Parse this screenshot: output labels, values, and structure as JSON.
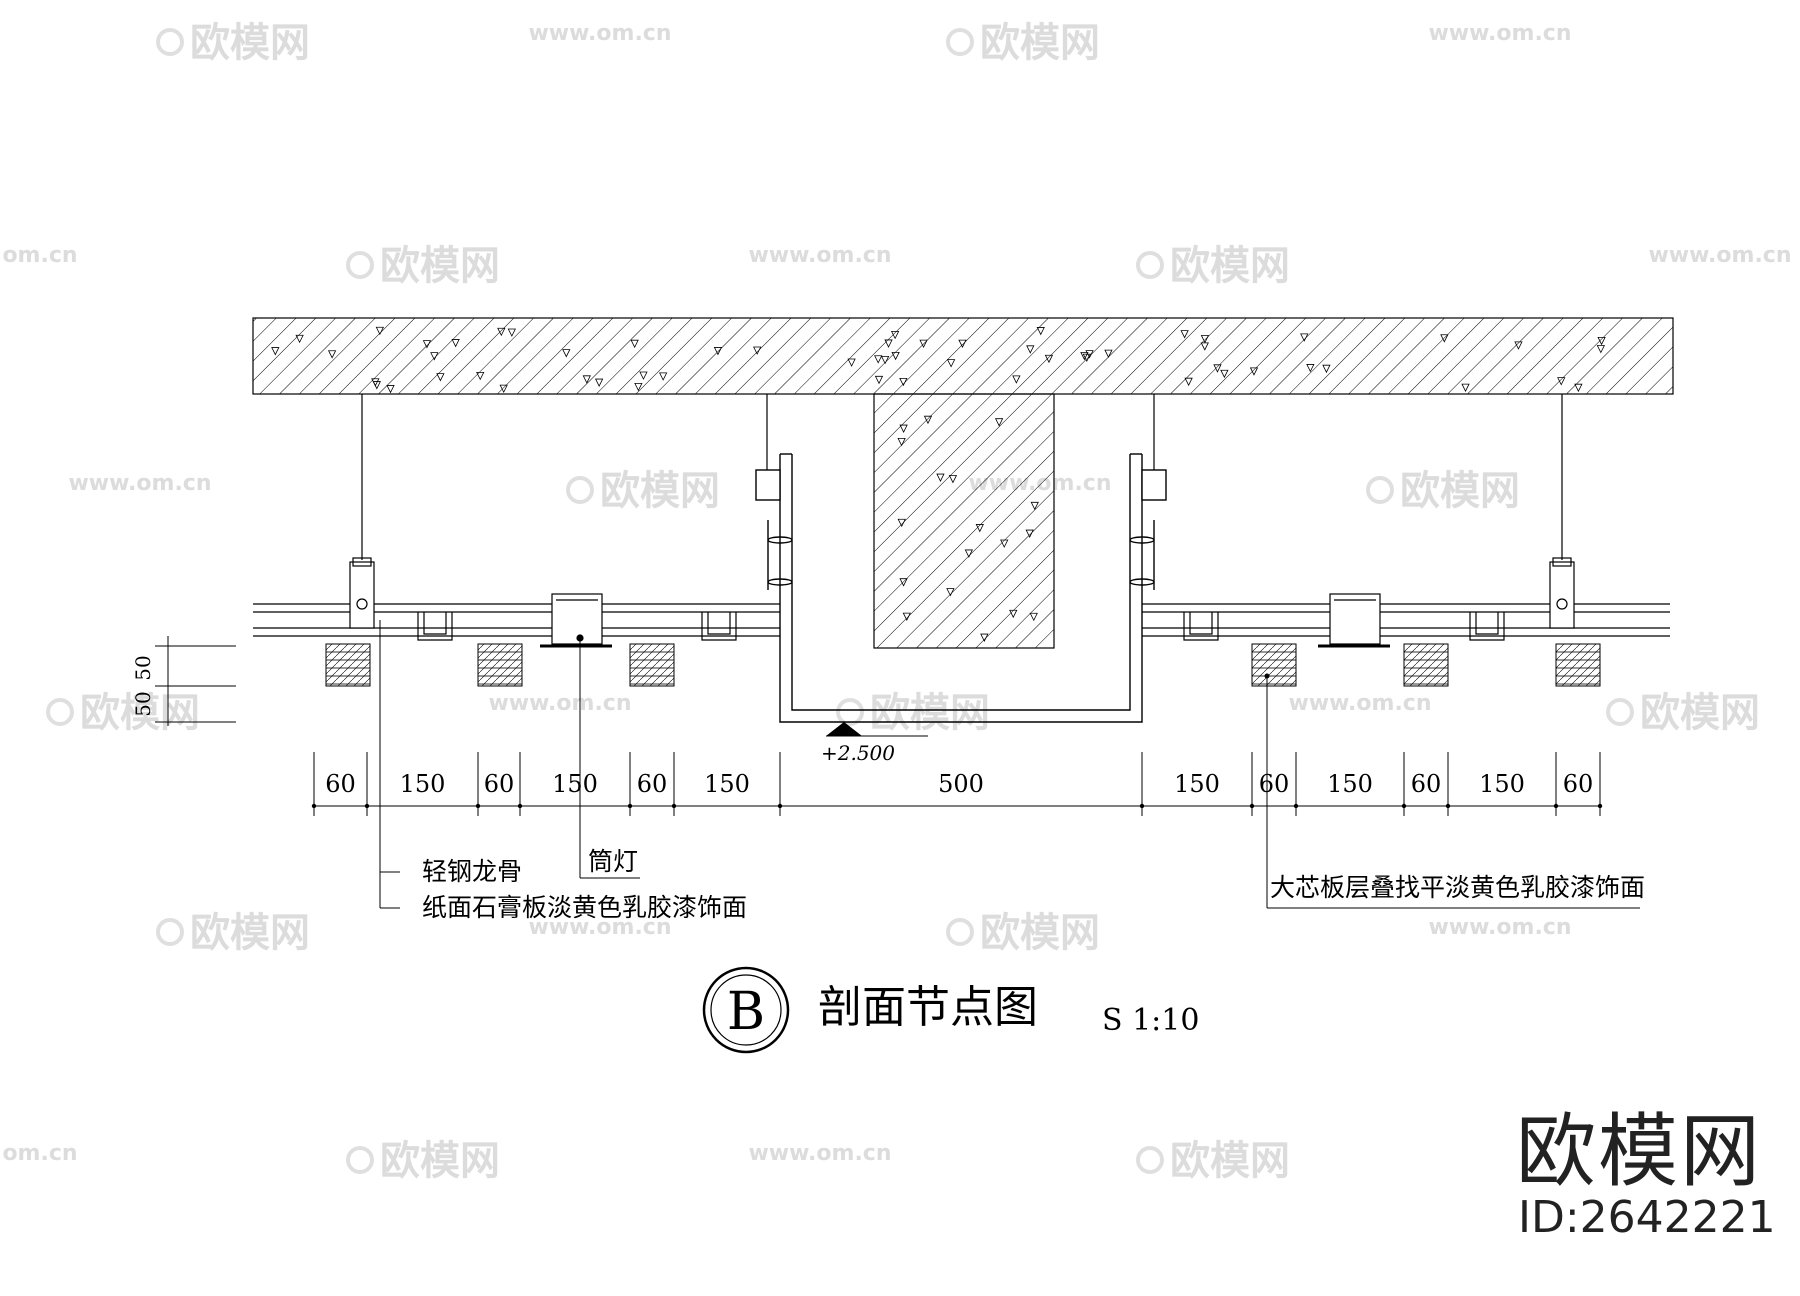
{
  "watermark": {
    "brand_text": "欧模网",
    "url_text": "www.om.cn",
    "url_fragment": "om.cn",
    "model_id": "ID:2642221",
    "text_color": "#d9d9d9"
  },
  "drawing": {
    "elevation": "+2.500",
    "side_dimensions": [
      "50",
      "50"
    ],
    "dimension_values": [
      "60",
      "150",
      "60",
      "150",
      "60",
      "150",
      "500",
      "150",
      "60",
      "150",
      "60",
      "150",
      "60"
    ],
    "labels": {
      "light_steel_keel": "轻钢龙骨",
      "gypsum_board": "纸面石膏板淡黄色乳胶漆饰面",
      "downlight": "筒灯",
      "blockboard": "大芯板层叠找平淡黄色乳胶漆饰面"
    },
    "title": {
      "section_letter": "B",
      "name": "剖面节点图",
      "scale": "S  1:10"
    }
  }
}
